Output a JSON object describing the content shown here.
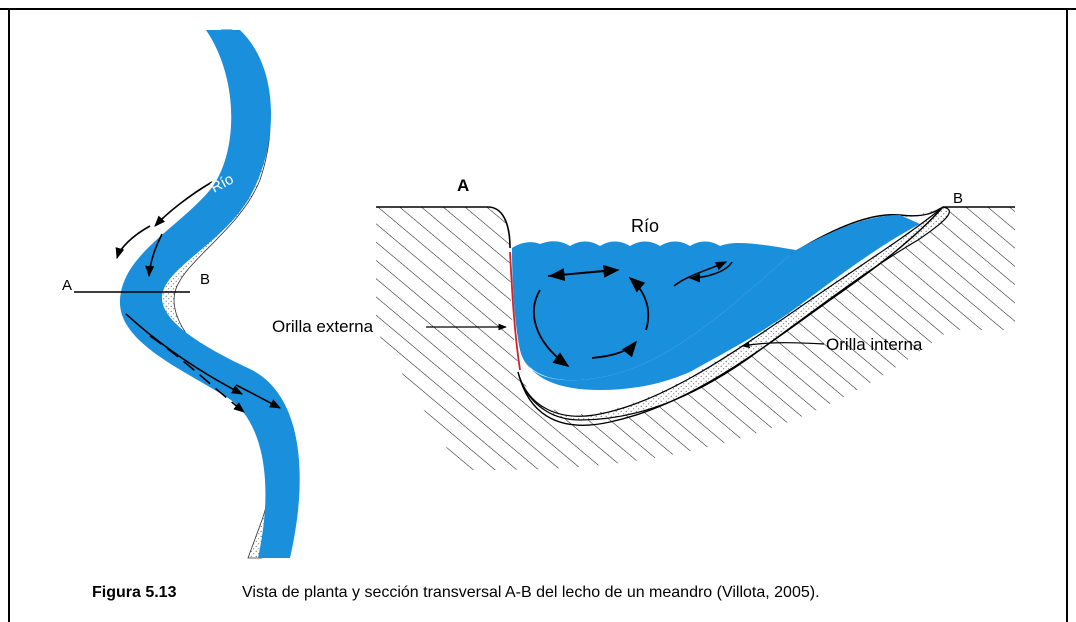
{
  "plan_view": {
    "label_river": "Río",
    "label_a": "A",
    "label_b": "B"
  },
  "section_view": {
    "label_a": "A",
    "label_b": "B",
    "label_river": "Río",
    "label_outer_bank": "Orilla externa",
    "label_inner_bank": "Orilla interna"
  },
  "caption": {
    "number": "Figura 5.13",
    "text": "Vista de planta y sección transversal A-B del lecho de un meandro (Villota, 2005)."
  },
  "colors": {
    "water": "#1a8fdc",
    "outer_bank_line": "#d8202a",
    "ink": "#000000",
    "sand_dots": "#555555"
  }
}
